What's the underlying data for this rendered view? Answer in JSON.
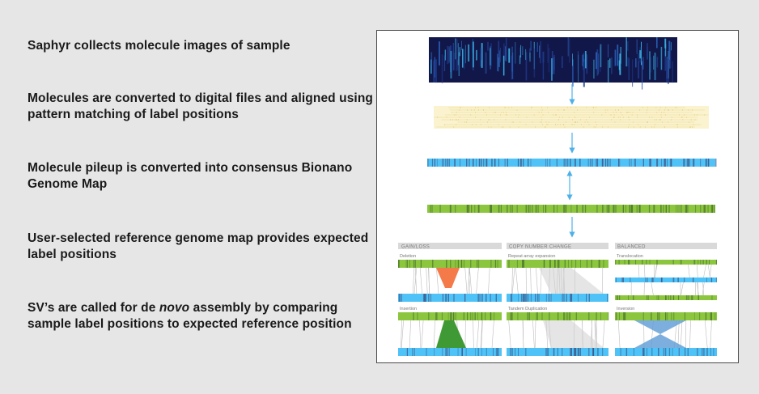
{
  "steps": [
    {
      "text": "Saphyr collects molecule images of sample"
    },
    {
      "text": "Molecules are converted to digital files and aligned using pattern matching of label positions"
    },
    {
      "text": "Molecule pileup is converted into consensus Bionano Genome Map"
    },
    {
      "text": "User-selected reference genome map provides expected label positions"
    },
    {
      "pre": "SV’s are called for de ",
      "em": "novo",
      "post": " assembly by comparing sample label positions to expected reference position"
    }
  ],
  "panels": [
    {
      "title": "GAIN/LOSS",
      "top": "Deletion",
      "bottom": "Insertion"
    },
    {
      "title": "COPY NUMBER CHANGE",
      "top": "Repeat array expansion",
      "bottom": "Tandem Duplication"
    },
    {
      "title": "BALANCED",
      "top": "Translocation",
      "bottom": "Inversion"
    }
  ],
  "colors": {
    "green": "#8cc63f",
    "blue": "#4fc3f7",
    "dark_blue": "#12174a",
    "pale_yellow": "#fbf3cf",
    "orange": "#f47a4a",
    "dark_green": "#3f9a35",
    "label_mark": "#3a5a8c"
  }
}
